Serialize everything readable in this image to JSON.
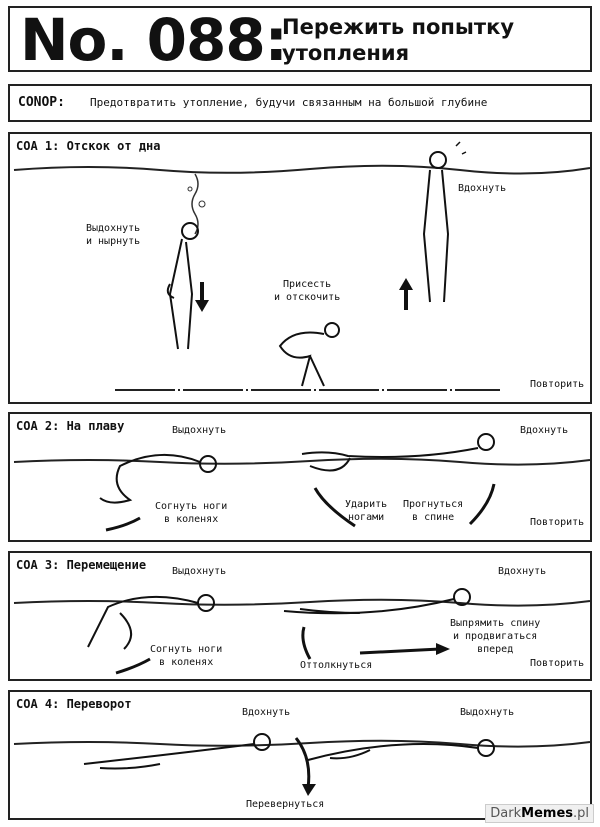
{
  "header": {
    "number": "No. 088:",
    "title_line1": "Пережить попытку",
    "title_line2": "утопления"
  },
  "conop": {
    "label": "CONOP:",
    "text": "Предотвратить утопление, будучи связанным на большой глубине"
  },
  "panels": [
    {
      "title": "COA 1: Отскок от дна",
      "labels": {
        "exhale_line1": "Выдохнуть",
        "exhale_line2": "и нырнуть",
        "crouch_line1": "Присесть",
        "crouch_line2": "и отскочить",
        "inhale": "Вдохнуть",
        "repeat": "Повторить"
      }
    },
    {
      "title": "COA 2: На плаву",
      "labels": {
        "exhale": "Выдохнуть",
        "inhale": "Вдохнуть",
        "bend_line1": "Согнуть ноги",
        "bend_line2": "в коленях",
        "kick_line1": "Ударить",
        "kick_line2": "ногами",
        "arch_line1": "Прогнуться",
        "arch_line2": "в спине",
        "repeat": "Повторить"
      }
    },
    {
      "title": "COA 3: Перемещение",
      "labels": {
        "exhale": "Выдохнуть",
        "inhale": "Вдохнуть",
        "bend_line1": "Согнуть ноги",
        "bend_line2": "в коленях",
        "push": "Оттолкнуться",
        "straighten_line1": "Выпрямить спину",
        "straighten_line2": "и продвигаться",
        "straighten_line3": "вперед",
        "repeat": "Повторить"
      }
    },
    {
      "title": "COA 4: Переворот",
      "labels": {
        "inhale_left": "Вдохнуть",
        "exhale_right": "Выдохнуть",
        "flip": "Перевернуться"
      }
    }
  ],
  "watermark": {
    "part1": "Dark",
    "part2": "Memes",
    "part3": ".pl"
  }
}
